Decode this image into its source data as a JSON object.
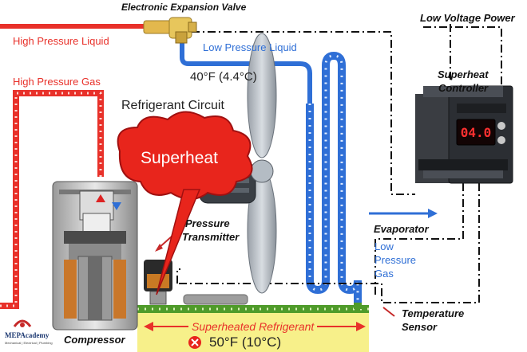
{
  "labels": {
    "valve": "Electronic Expansion Valve",
    "low_voltage": "Low Voltage Power",
    "hp_liquid": "High Pressure Liquid",
    "lp_liquid": "Low Pressure Liquid",
    "hp_gas": "High Pressure Gas",
    "temp_low": "40°F (4.4°C)",
    "circuit": "Refrigerant Circuit",
    "controller_1": "Superheat",
    "controller_2": "Controller",
    "superheat": "Superheat",
    "pressure_1": "Pressure",
    "pressure_2": "Transmitter",
    "evaporator": "Evaporator",
    "lp_gas_1": "Low",
    "lp_gas_2": "Pressure",
    "lp_gas_3": "Gas",
    "temp_sensor_1": "Temperature",
    "temp_sensor_2": "Sensor",
    "superheated_refrigerant": "Superheated Refrigerant",
    "temp_high": "50°F (10°C)",
    "compressor": "Compressor",
    "brand_1": "MEPAcademy",
    "brand_2": "Mechanical | Electrical | Plumbing",
    "display": "04.0"
  },
  "colors": {
    "high_pressure": "#e8312a",
    "low_pressure": "#2f6fd6",
    "highlight": "#f7f08a",
    "cloud": "#e8251c",
    "display": "#ff3030"
  }
}
